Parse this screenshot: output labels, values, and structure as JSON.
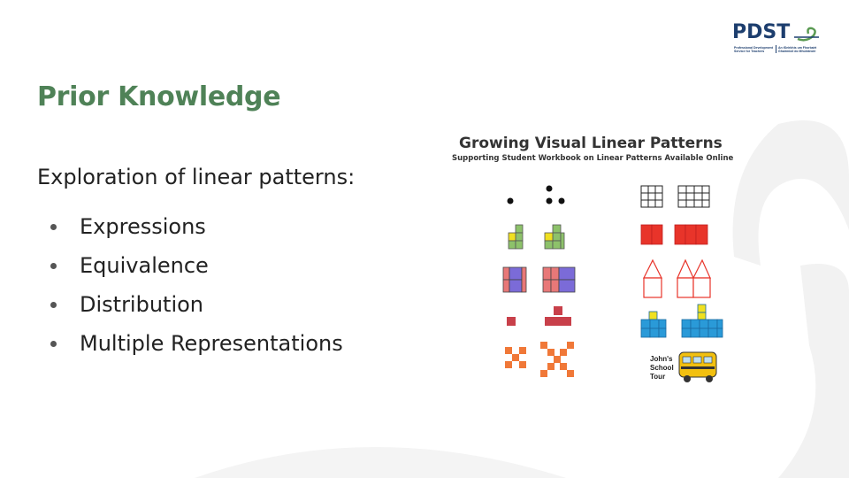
{
  "logo": {
    "name": "PDST",
    "left_tagline": "Professional Development Service for Teachers",
    "right_tagline": "An tSeirbhís um Fhorbairt Ghairmiúil do Mhúinteoirí"
  },
  "title": "Prior Knowledge",
  "intro": "Exploration of linear patterns:",
  "bullets": [
    "Expressions",
    "Equivalence",
    "Distribution",
    "Multiple Representations"
  ],
  "figure": {
    "title": "Growing Visual Linear Patterns",
    "subtitle": "Supporting Student Workbook on Linear Patterns Available Online",
    "tour_label": [
      "John's",
      "School",
      "Tour"
    ]
  },
  "colors": {
    "title_green": "#4f8257",
    "logo_navy": "#1d3e6e",
    "red_tile": "#e8342a",
    "green_tile": "#8dc26a",
    "blue_tile": "#2a9ad8",
    "purple_tile": "#7b6bd8",
    "pink_tile": "#e87878",
    "orange_tile": "#f07838",
    "maroon_tile": "#c8404a",
    "yellow_tile": "#f0e020"
  }
}
